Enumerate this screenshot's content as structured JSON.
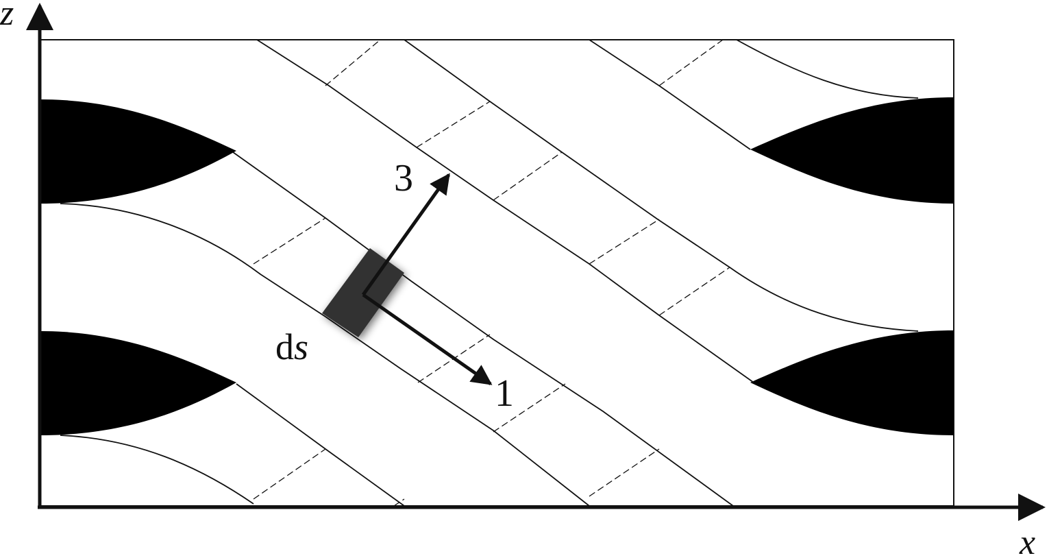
{
  "axes": {
    "x_label": "x",
    "z_label": "z"
  },
  "element": {
    "label_d": "d",
    "label_s": "s"
  },
  "local_axes": {
    "axis_1_label": "1",
    "axis_3_label": "3"
  },
  "colors": {
    "ink": "#111111",
    "matrix_pocket": "#000000",
    "element_fill": "#333333",
    "background": "#ffffff"
  }
}
